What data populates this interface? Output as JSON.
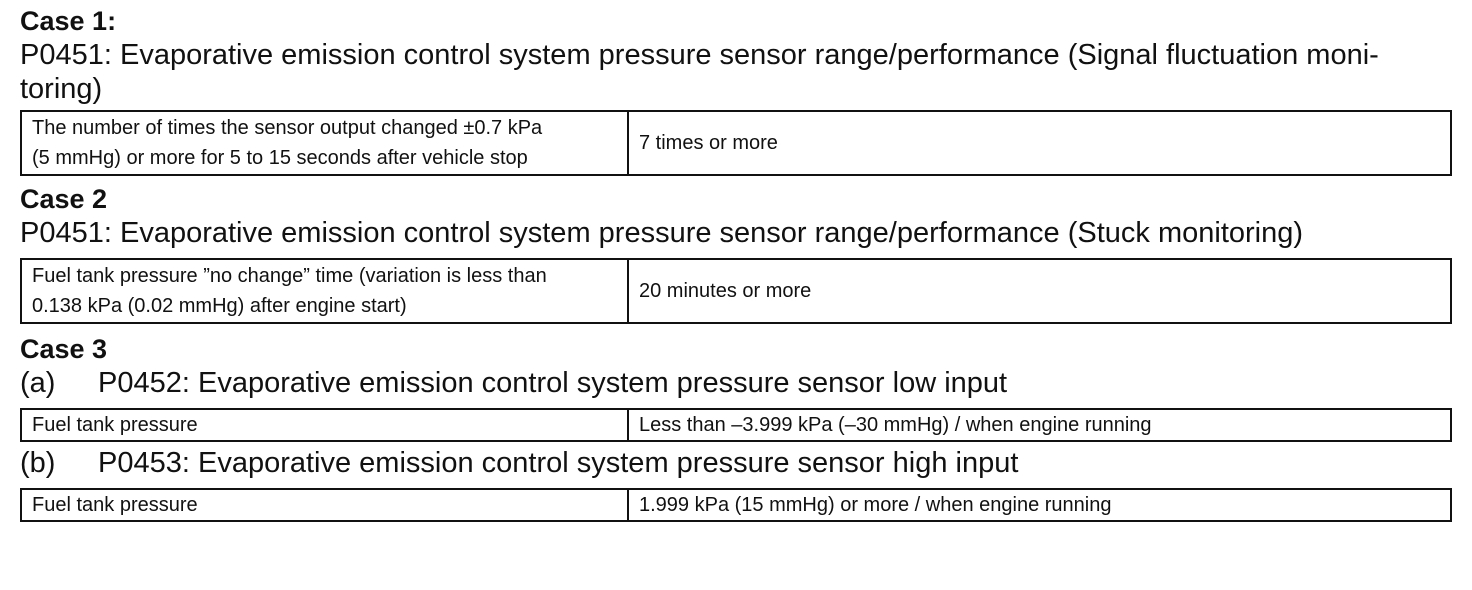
{
  "case1": {
    "heading": "Case 1:",
    "dtc": "P0451: Evaporative emission control system pressure sensor range/performance (Signal fluctuation moni-",
    "dtc_cont": "toring)",
    "condition_line1": "The number of times the sensor output changed ±0.7 kPa",
    "condition_line2": "(5 mmHg) or more for 5 to 15 seconds after vehicle stop",
    "threshold": "7 times or more"
  },
  "case2": {
    "heading": "Case 2",
    "dtc": "P0451: Evaporative emission control system pressure sensor range/performance (Stuck monitoring)",
    "condition_line1": "Fuel tank pressure ”no change” time (variation is less than",
    "condition_line2": "0.138 kPa (0.02 mmHg) after engine start)",
    "threshold": "20 minutes or more"
  },
  "case3": {
    "heading": "Case 3",
    "a": {
      "letter": "(a)",
      "dtc": "P0452: Evaporative emission control system pressure sensor low input",
      "condition": "Fuel tank pressure",
      "threshold": "Less than –3.999 kPa (–30 mmHg) / when engine running"
    },
    "b": {
      "letter": "(b)",
      "dtc": "P0453: Evaporative emission control system pressure sensor high input",
      "condition": "Fuel tank pressure",
      "threshold": "1.999 kPa (15 mmHg) or more / when engine running"
    }
  }
}
